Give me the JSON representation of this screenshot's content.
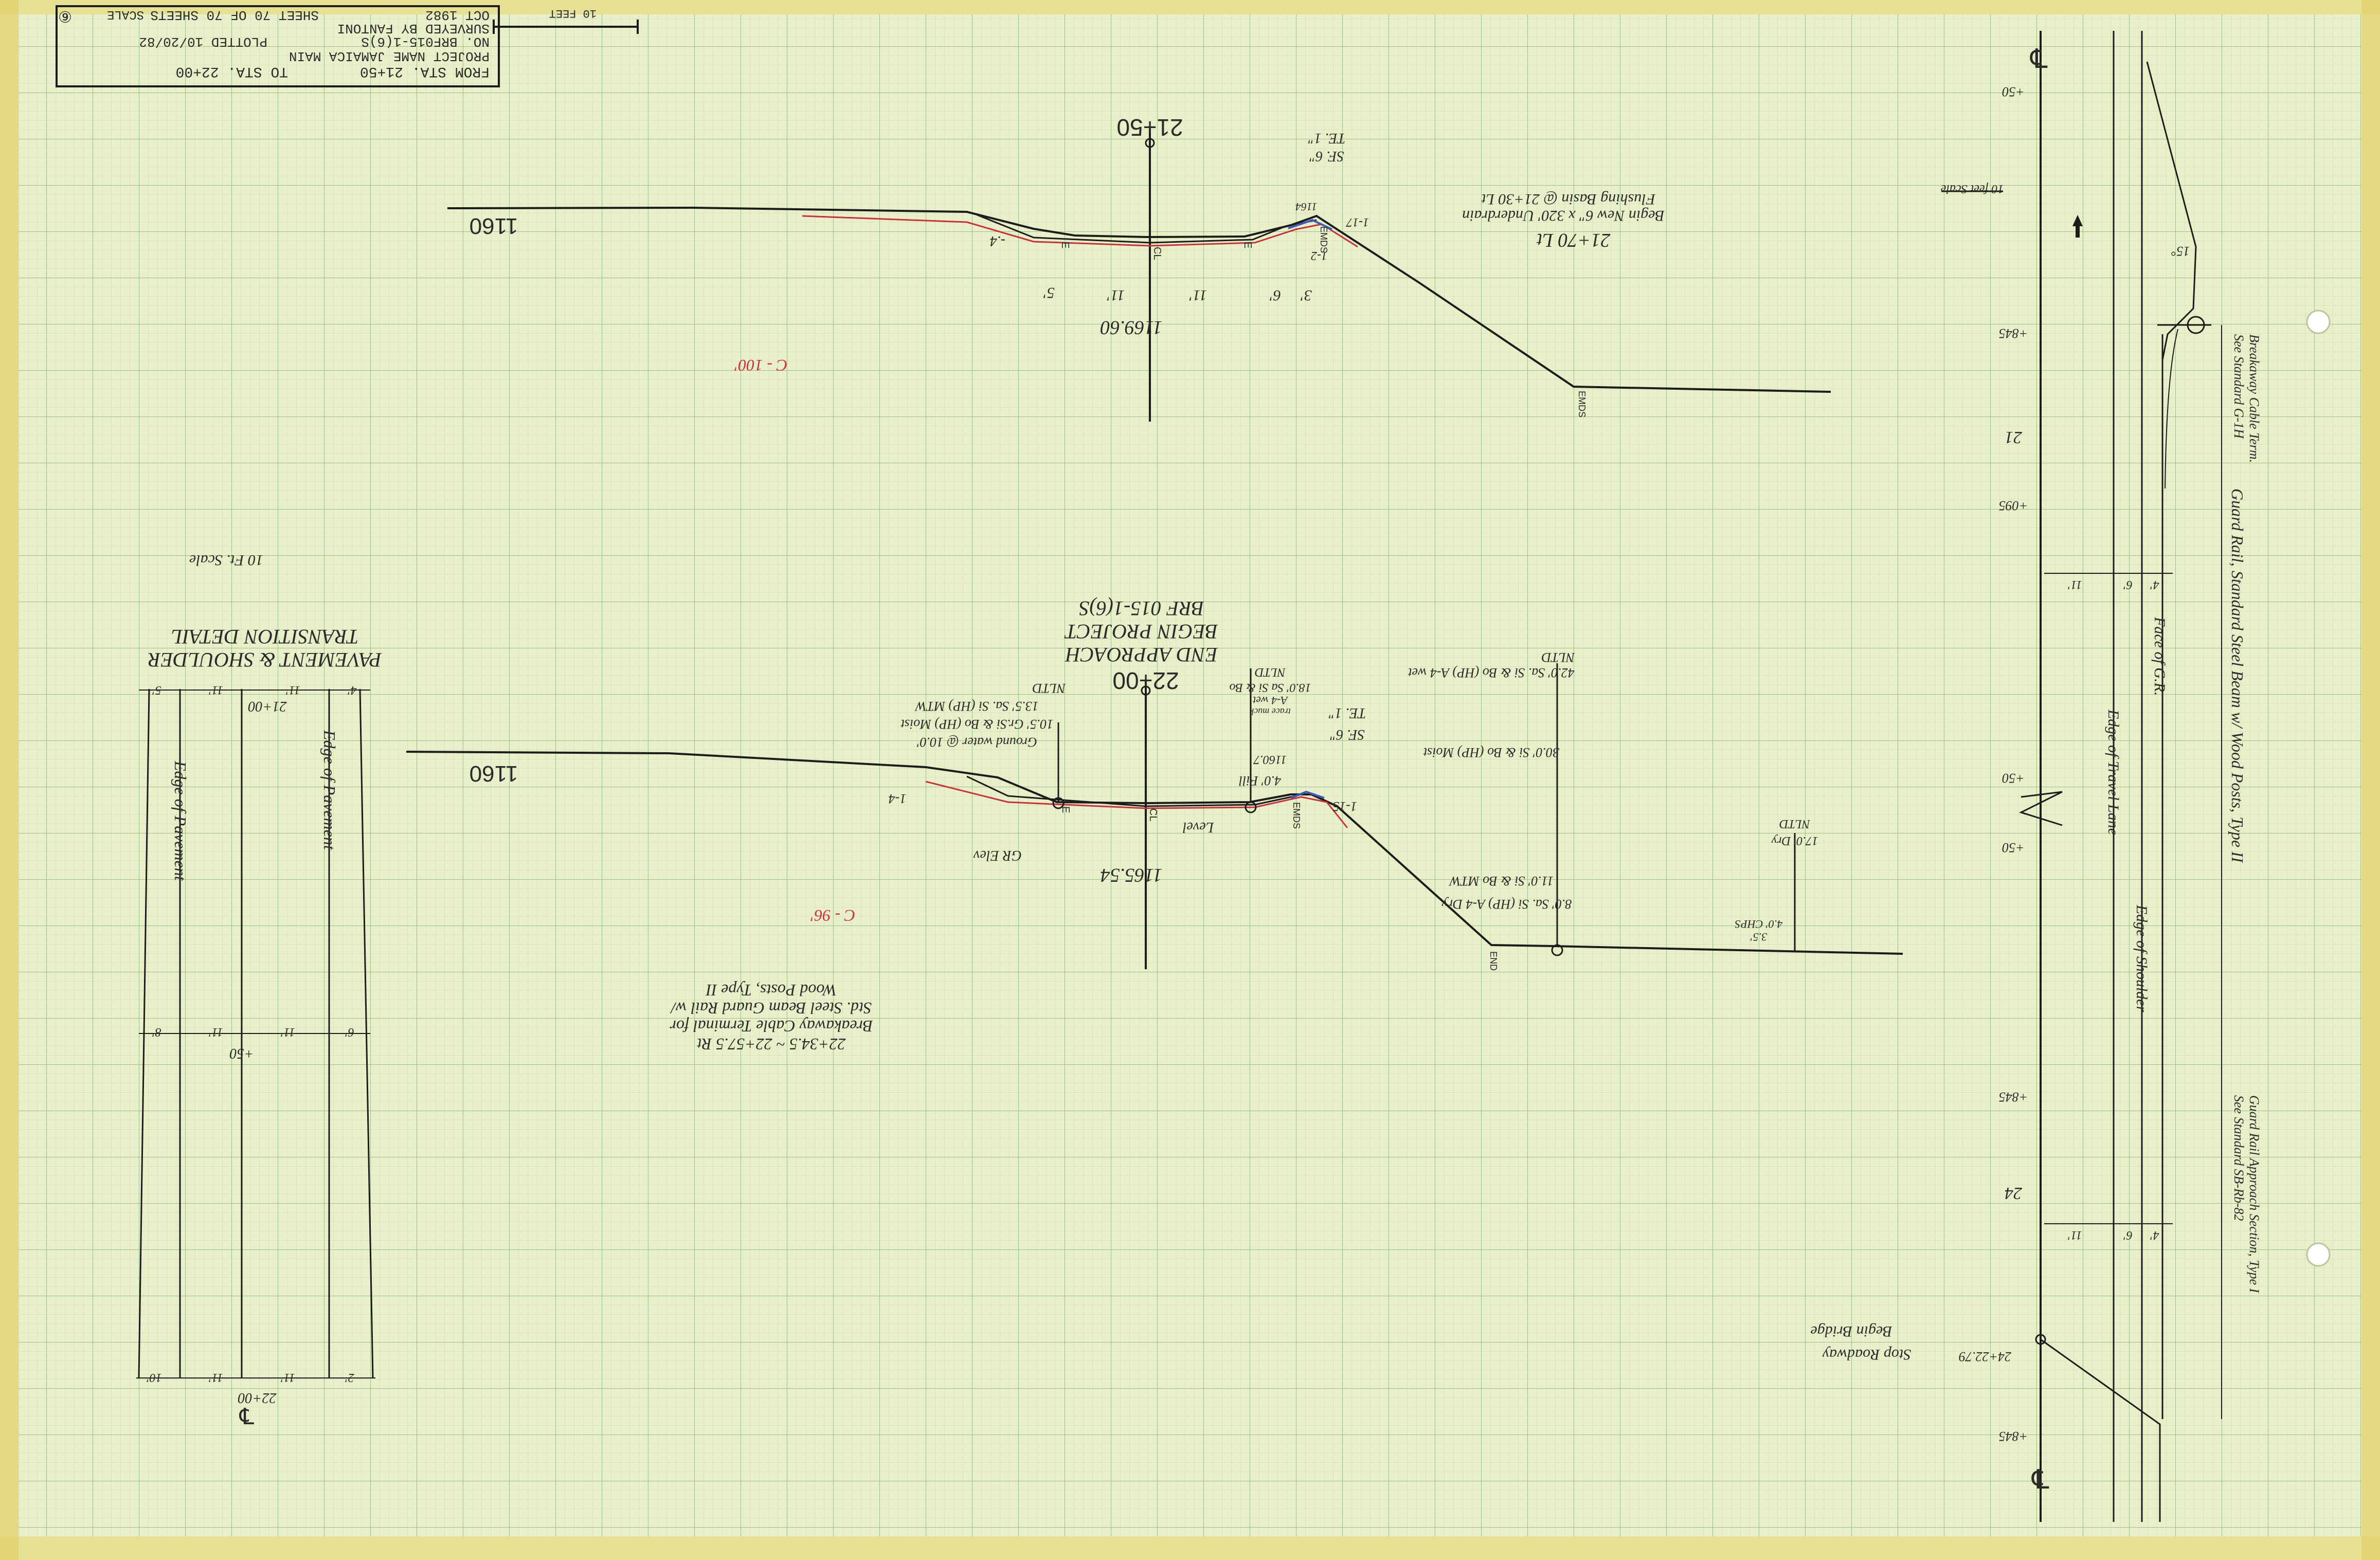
{
  "colors": {
    "paper": "#e9efc9",
    "grid_minor": "#c6d6ad",
    "grid_major": "#9fbd86",
    "ink": "#1c1c1c",
    "red_pencil": "#c8323c",
    "blue_pencil": "#3f5bb5",
    "edge_tape": "#e3d36a"
  },
  "title_block": {
    "from_sta": "FROM STA. 21+50",
    "to_sta": "TO STA. 22+00",
    "project_name": "PROJECT NAME JAMAICA MAIN",
    "project_no": "NO. BRF015-1(6)S",
    "surveyed_by": "SURVEYED BY FANTONI",
    "plotted": "PLOTTED 10/20/82",
    "date": "OCT 1982",
    "sheet": "SHEET 70 OF 70 SHEETS",
    "scale": "SCALE",
    "scale_unit": "10 FEET",
    "sheet_mark": "⑥"
  },
  "section_top": {
    "station": "21+50",
    "elev_ref": "1160",
    "ground_elev": "1169.60",
    "underdrain_1": "21+70 Lt",
    "underdrain_2": "Begin New 6\" x 320' Underdrain",
    "underdrain_3": "Flushing Basin @ 21+30 Lt",
    "slope_1": "SF. 6\"",
    "slope_2": "TE. 1\"",
    "grade_slope": "-.4",
    "red_note": "C - 100'",
    "dims": [
      "5'",
      "11'",
      "11'",
      "6'",
      "3'"
    ],
    "pts": [
      "1164",
      "1-17",
      "1-2"
    ],
    "labels": [
      "E",
      "CL",
      "E",
      "EMDS",
      "EMDS"
    ]
  },
  "section_bottom": {
    "station": "22+00",
    "elev_ref": "1160",
    "ground_elev": "1165.54",
    "end_approach_1": "END APPROACH",
    "end_approach_2": "BEGIN PROJECT",
    "end_approach_3": "BRF 015-1(6)S",
    "fill": "4.0' Fill",
    "fill_elev": "1160.7",
    "red_note": "C - 96'",
    "level": "Level",
    "gr_elev": "GR Elev",
    "slope_1": "SF. 6\"",
    "slope_2": "TE. 1\"",
    "bore_left": [
      "Ground water @ 10.0'",
      "10.5' Gr.Si & Bo (HP) Moist",
      "13.5' Sa. Si (HP) MTW",
      "NLTD"
    ],
    "bore_center": [
      "NLTD",
      "18.0' Sa Si & Bo",
      "A-4 wet",
      "trace muck"
    ],
    "bore_right": [
      "NLTD",
      "42.0' Sa. Si & Bo (HP) A-4 wet",
      "30.0' Si & Bo (HP) Moist",
      "11.0' Si & Bo MTW",
      "8.0' Sa. Si (HP) A-4 Dry"
    ],
    "bore_far": [
      "NLTD",
      "17.0' Dry",
      "4.0' CHPS",
      "3.5'"
    ],
    "rail_note_1": "22+34.5 ~ 22+57.5 Rt",
    "rail_note_2": "Breakaway Cable Terminal for",
    "rail_note_3": "Std. Steel Beam Guard Rail w/",
    "rail_note_4": "Wood Posts, Type II",
    "labels": [
      "E",
      "CL",
      "EMDS",
      "END",
      "1-4",
      "1-15"
    ]
  },
  "transition": {
    "title_1": "PAVEMENT & SHOULDER",
    "title_2": "TRANSITION DETAIL",
    "scale_note": "10 Ft. Scale",
    "sta_top": "21+00",
    "sta_mid": "+50",
    "sta_bottom": "22+00",
    "edge_left": "Edge of Pavement",
    "edge_right": "Edge of Pavement",
    "dims_top": [
      "5'",
      "11'",
      "11'",
      "4'"
    ],
    "dims_mid": [
      "8'",
      "11'",
      "11'",
      "6'"
    ],
    "dims_bottom": [
      "10'",
      "11'",
      "11'",
      "2'"
    ],
    "cl_mark": "℄"
  },
  "plan_view": {
    "stations": [
      "+50",
      "+845",
      "21",
      "+095",
      "+50",
      "+50",
      "+845",
      "24",
      "+845"
    ],
    "cl_mark": "℄",
    "scale_note": "10 feet Scale",
    "dims_1": [
      "11'",
      "6'",
      "4'"
    ],
    "dims_2": [
      "11'",
      "6'",
      "4'"
    ],
    "angle": "15°",
    "face_gr": "Face of G.R.",
    "edge_travel": "Edge of Travel Lane",
    "edge_shoulder": "Edge of Shoulder",
    "guard_rail": "Guard Rail, Standard Steel Beam w/ Wood Posts, Type II",
    "breakaway_1": "Breakaway Cable Term.",
    "breakaway_2": "See Standard G-1H",
    "approach_1": "Guard Rail Approach Section, Type I",
    "approach_2": "See Standard SB-Rb-82",
    "stop_roadway": "Stop Roadway",
    "begin_bridge": "Begin Bridge",
    "bridge_sta": "24+22.79"
  }
}
